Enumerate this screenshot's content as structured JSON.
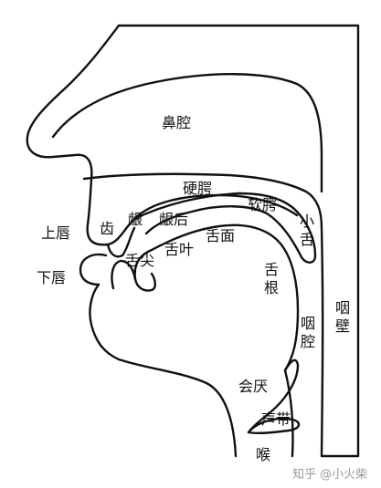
{
  "labels": {
    "nasal_cavity": "鼻腔",
    "hard_palate": "硬腭",
    "soft_palate": "软腭",
    "uvula": "小舌",
    "teeth": "齿",
    "alveolar_ridge": "龈",
    "post_alveolar": "龈后",
    "upper_lip": "上唇",
    "lower_lip": "下唇",
    "tongue_tip": "舌尖",
    "tongue_blade": "舌叶",
    "tongue_body": "舌面",
    "tongue_root": "舌根",
    "pharynx": "咽腔",
    "pharyngeal_wall": "咽壁",
    "epiglottis": "会厌",
    "vocal_cords": "声带",
    "larynx": "喉"
  },
  "watermark": "知乎 @小火柴",
  "colors": {
    "line": "#111111",
    "text": "#111111",
    "watermark": "#9a9a9a",
    "background": "#ffffff"
  }
}
